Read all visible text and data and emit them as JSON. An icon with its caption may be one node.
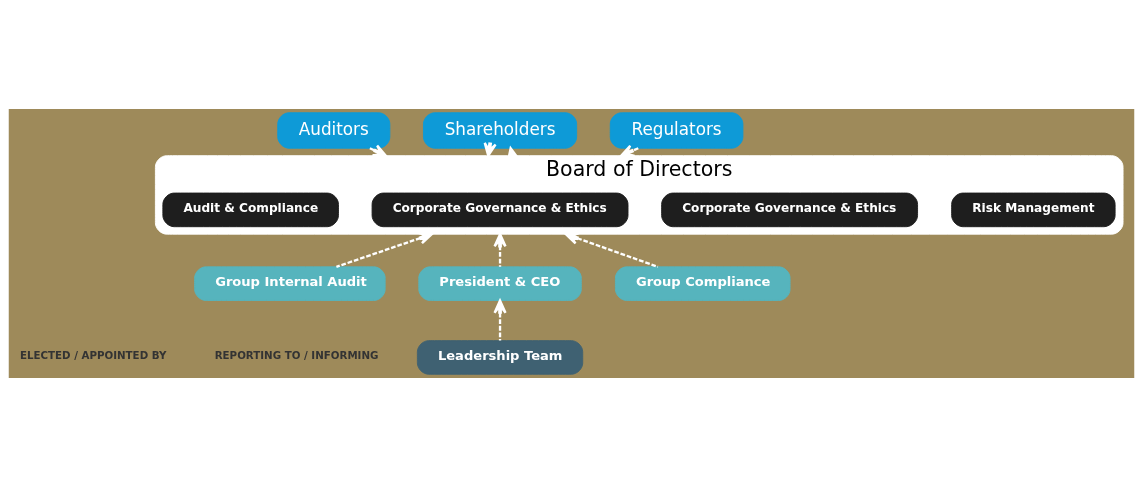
{
  "diagram": {
    "nodes": [
      {
        "text": [
          "Auditors"
        ]
      },
      {
        "text": [
          "Shareholders"
        ]
      },
      {
        "text": [
          "Regulators"
        ]
      },
      {
        "text": [
          "Board of Directors"
        ]
      },
      {
        "text": [
          "Audit & Compliance"
        ],
        "in": 3
      },
      {
        "text": [
          "Corporate Governance & Ethics"
        ],
        "in": 3
      },
      {
        "text": [
          "Corporate Governance & Ethics"
        ],
        "in": 3
      },
      {
        "text": [
          "Risk Management"
        ],
        "in": 3
      },
      {
        "text": [
          "Group Internal Audit"
        ]
      },
      {
        "text": [
          "President & CEO"
        ]
      },
      {
        "text": [
          "Group Compliance"
        ]
      },
      {
        "text": [
          "Leadership Team"
        ]
      }
    ],
    "edges": [
      {
        "from": 0,
        "to": 3,
        "arrow": "to",
        "style": "dashed"
      },
      {
        "from": 1,
        "to": 3,
        "arrow": "to",
        "style": "dashed"
      },
      {
        "from": 3,
        "to": 1,
        "arrow": "to",
        "style": "dashed"
      },
      {
        "from": 2,
        "to": 3,
        "arrow": "to",
        "style": "dashed"
      },
      {
        "from": 8,
        "to": 3,
        "arrow": "to",
        "style": "dashed"
      },
      {
        "from": 9,
        "to": 3,
        "arrow": "to",
        "style": "dashed"
      },
      {
        "from": 10,
        "to": 3,
        "arrow": "to",
        "style": "dashed"
      },
      {
        "from": 11,
        "to": 9,
        "arrow": "to",
        "style": "dashed"
      }
    ],
    "legend": [
      {
        "text": "ELECTED / APPOINTED BY"
      },
      {
        "text": "REPORTING TO / INFORMING"
      }
    ]
  }
}
